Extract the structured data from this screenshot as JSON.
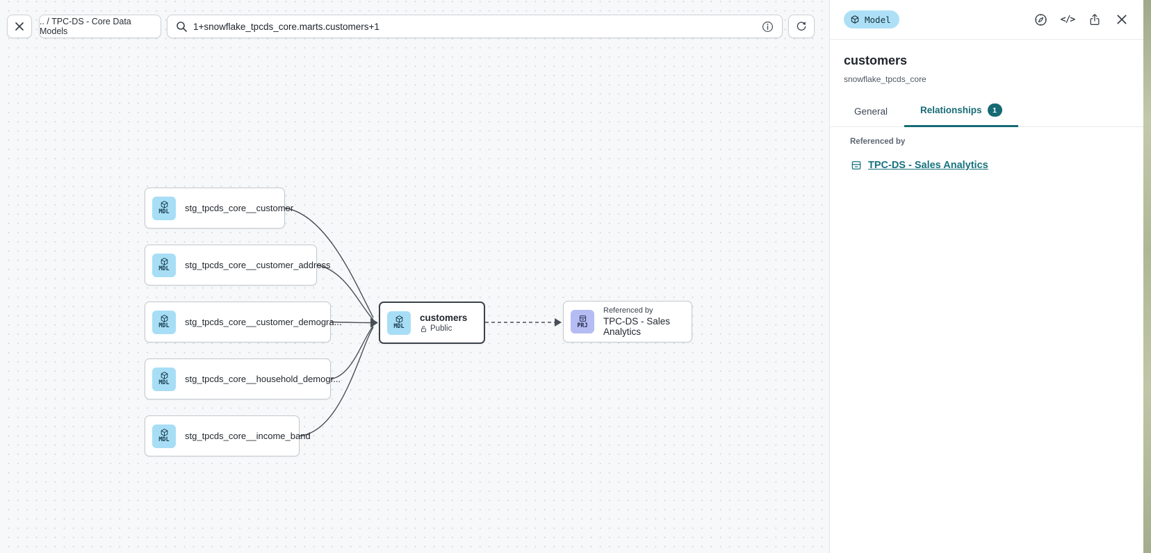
{
  "topbar": {
    "breadcrumb": ".. / TPC-DS - Core Data Models",
    "search_value": "1+snowflake_tpcds_core.marts.customers+1"
  },
  "canvas": {
    "upstream_nodes": [
      {
        "badge": "MDL",
        "label": "stg_tpcds_core__customer"
      },
      {
        "badge": "MDL",
        "label": "stg_tpcds_core__customer_address"
      },
      {
        "badge": "MDL",
        "label": "stg_tpcds_core__customer_demogra..."
      },
      {
        "badge": "MDL",
        "label": "stg_tpcds_core__household_demogr..."
      },
      {
        "badge": "MDL",
        "label": "stg_tpcds_core__income_band"
      }
    ],
    "selected_node": {
      "badge": "MDL",
      "label": "customers",
      "visibility": "Public"
    },
    "downstream_node": {
      "badge": "PRJ",
      "kicker": "Referenced by",
      "label": "TPC-DS - Sales Analytics"
    }
  },
  "panel": {
    "type_badge": "Model",
    "title": "customers",
    "subtitle": "snowflake_tpcds_core",
    "tabs": [
      {
        "label": "General",
        "active": false
      },
      {
        "label": "Relationships",
        "active": true,
        "badge": "1"
      }
    ],
    "section_label": "Referenced by",
    "reference_link": "TPC-DS - Sales Analytics"
  },
  "colors": {
    "accent_teal": "#176b75",
    "model_badge_blue": "#a7def6",
    "project_badge_purple": "#b5bcf3",
    "canvas_bg": "#f7f8f9",
    "selected_border": "#3b424b"
  }
}
